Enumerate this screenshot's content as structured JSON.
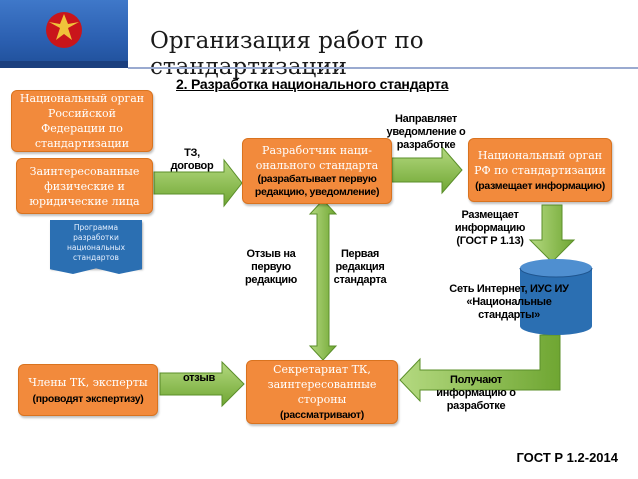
{
  "header": {
    "title": "Организация работ по стандартизации",
    "subtitle": "2. Разработка национального стандарта",
    "logo_icon": "emblem-icon"
  },
  "boxes": {
    "national_body_rf": "Национальный орган Российской Федерации по стандартизации",
    "interested_parties": "Заинтересованные физические и юридические лица",
    "program": "Программа разработки национальных стандартов",
    "developer_line1": "Разработчик наци-",
    "developer_line2": "онального стандарта",
    "developer_bold": "(разрабатывает первую редакцию, уведомление)",
    "national_body_right_line1": "Национальный орган",
    "national_body_right_line2": "РФ по стандартизации",
    "national_body_right_bold": "(размещает информацию)",
    "database": "Сеть Интернет, ИУС ИУ «Национальные стандарты»",
    "secretariat_line1": "Секретариат ТК,",
    "secretariat_line2": "заинтересованные стороны",
    "secretariat_bold": "(рассматривают)",
    "members_line1": "Члены ТК, эксперты",
    "members_bold": "(проводят экспертизу)"
  },
  "labels": {
    "tz": "ТЗ, договор",
    "notify": "Направляет уведомление о разработке",
    "publishes": "Размещает информацию (ГОСТ Р 1.13)",
    "feedback_first": "Отзыв на первую редакцию",
    "first_edition": "Первая редакция стандарта",
    "receive": "Получают информацию о разработке",
    "review": "отзыв"
  },
  "footer": {
    "standard": "ГОСТ Р 1.2-2014"
  },
  "colors": {
    "box_orange": "#f28a3c",
    "arrow_green": "#8ac144",
    "program_blue": "#2b6fb2",
    "database_blue": "#2b6fb2",
    "accent_line": "#2b5fb0"
  }
}
